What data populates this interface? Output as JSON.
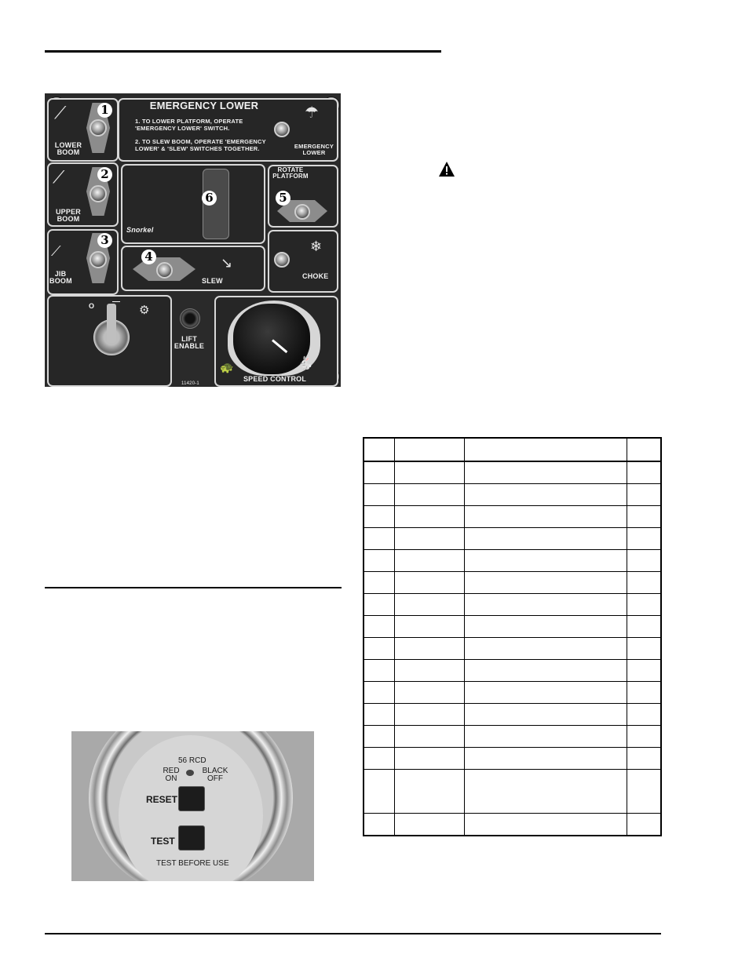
{
  "panel": {
    "title": "EMERGENCY LOWER",
    "instruction_1": "1. TO LOWER PLATFORM, OPERATE 'EMERGENCY LOWER' SWITCH.",
    "instruction_2": "2. TO SLEW BOOM, OPERATE 'EMERGENCY LOWER' & 'SLEW' SWITCHES TOGETHER.",
    "emergency_lower_label": "EMERGENCY LOWER",
    "lower_boom_label": "LOWER BOOM",
    "upper_boom_label": "UPPER BOOM",
    "jib_boom_label": "JIB BOOM",
    "rotate_platform_label": "ROTATE PLATFORM",
    "slew_label": "SLEW",
    "choke_label": "CHOKE",
    "lift_enable_label": "LIFT ENABLE",
    "speed_control_label": "SPEED CONTROL",
    "brand": "Snorkel",
    "part_number": "11420-1",
    "callouts": [
      "1",
      "2",
      "3",
      "4",
      "5",
      "6"
    ]
  },
  "gfci": {
    "model": "56 RCD",
    "red_label": "RED ON",
    "black_label": "BLACK OFF",
    "reset_label": "RESET",
    "test_label": "TEST",
    "caption": "TEST BEFORE USE"
  },
  "table": {
    "columns": 4,
    "rows": 16,
    "tall_row_index": 14
  }
}
